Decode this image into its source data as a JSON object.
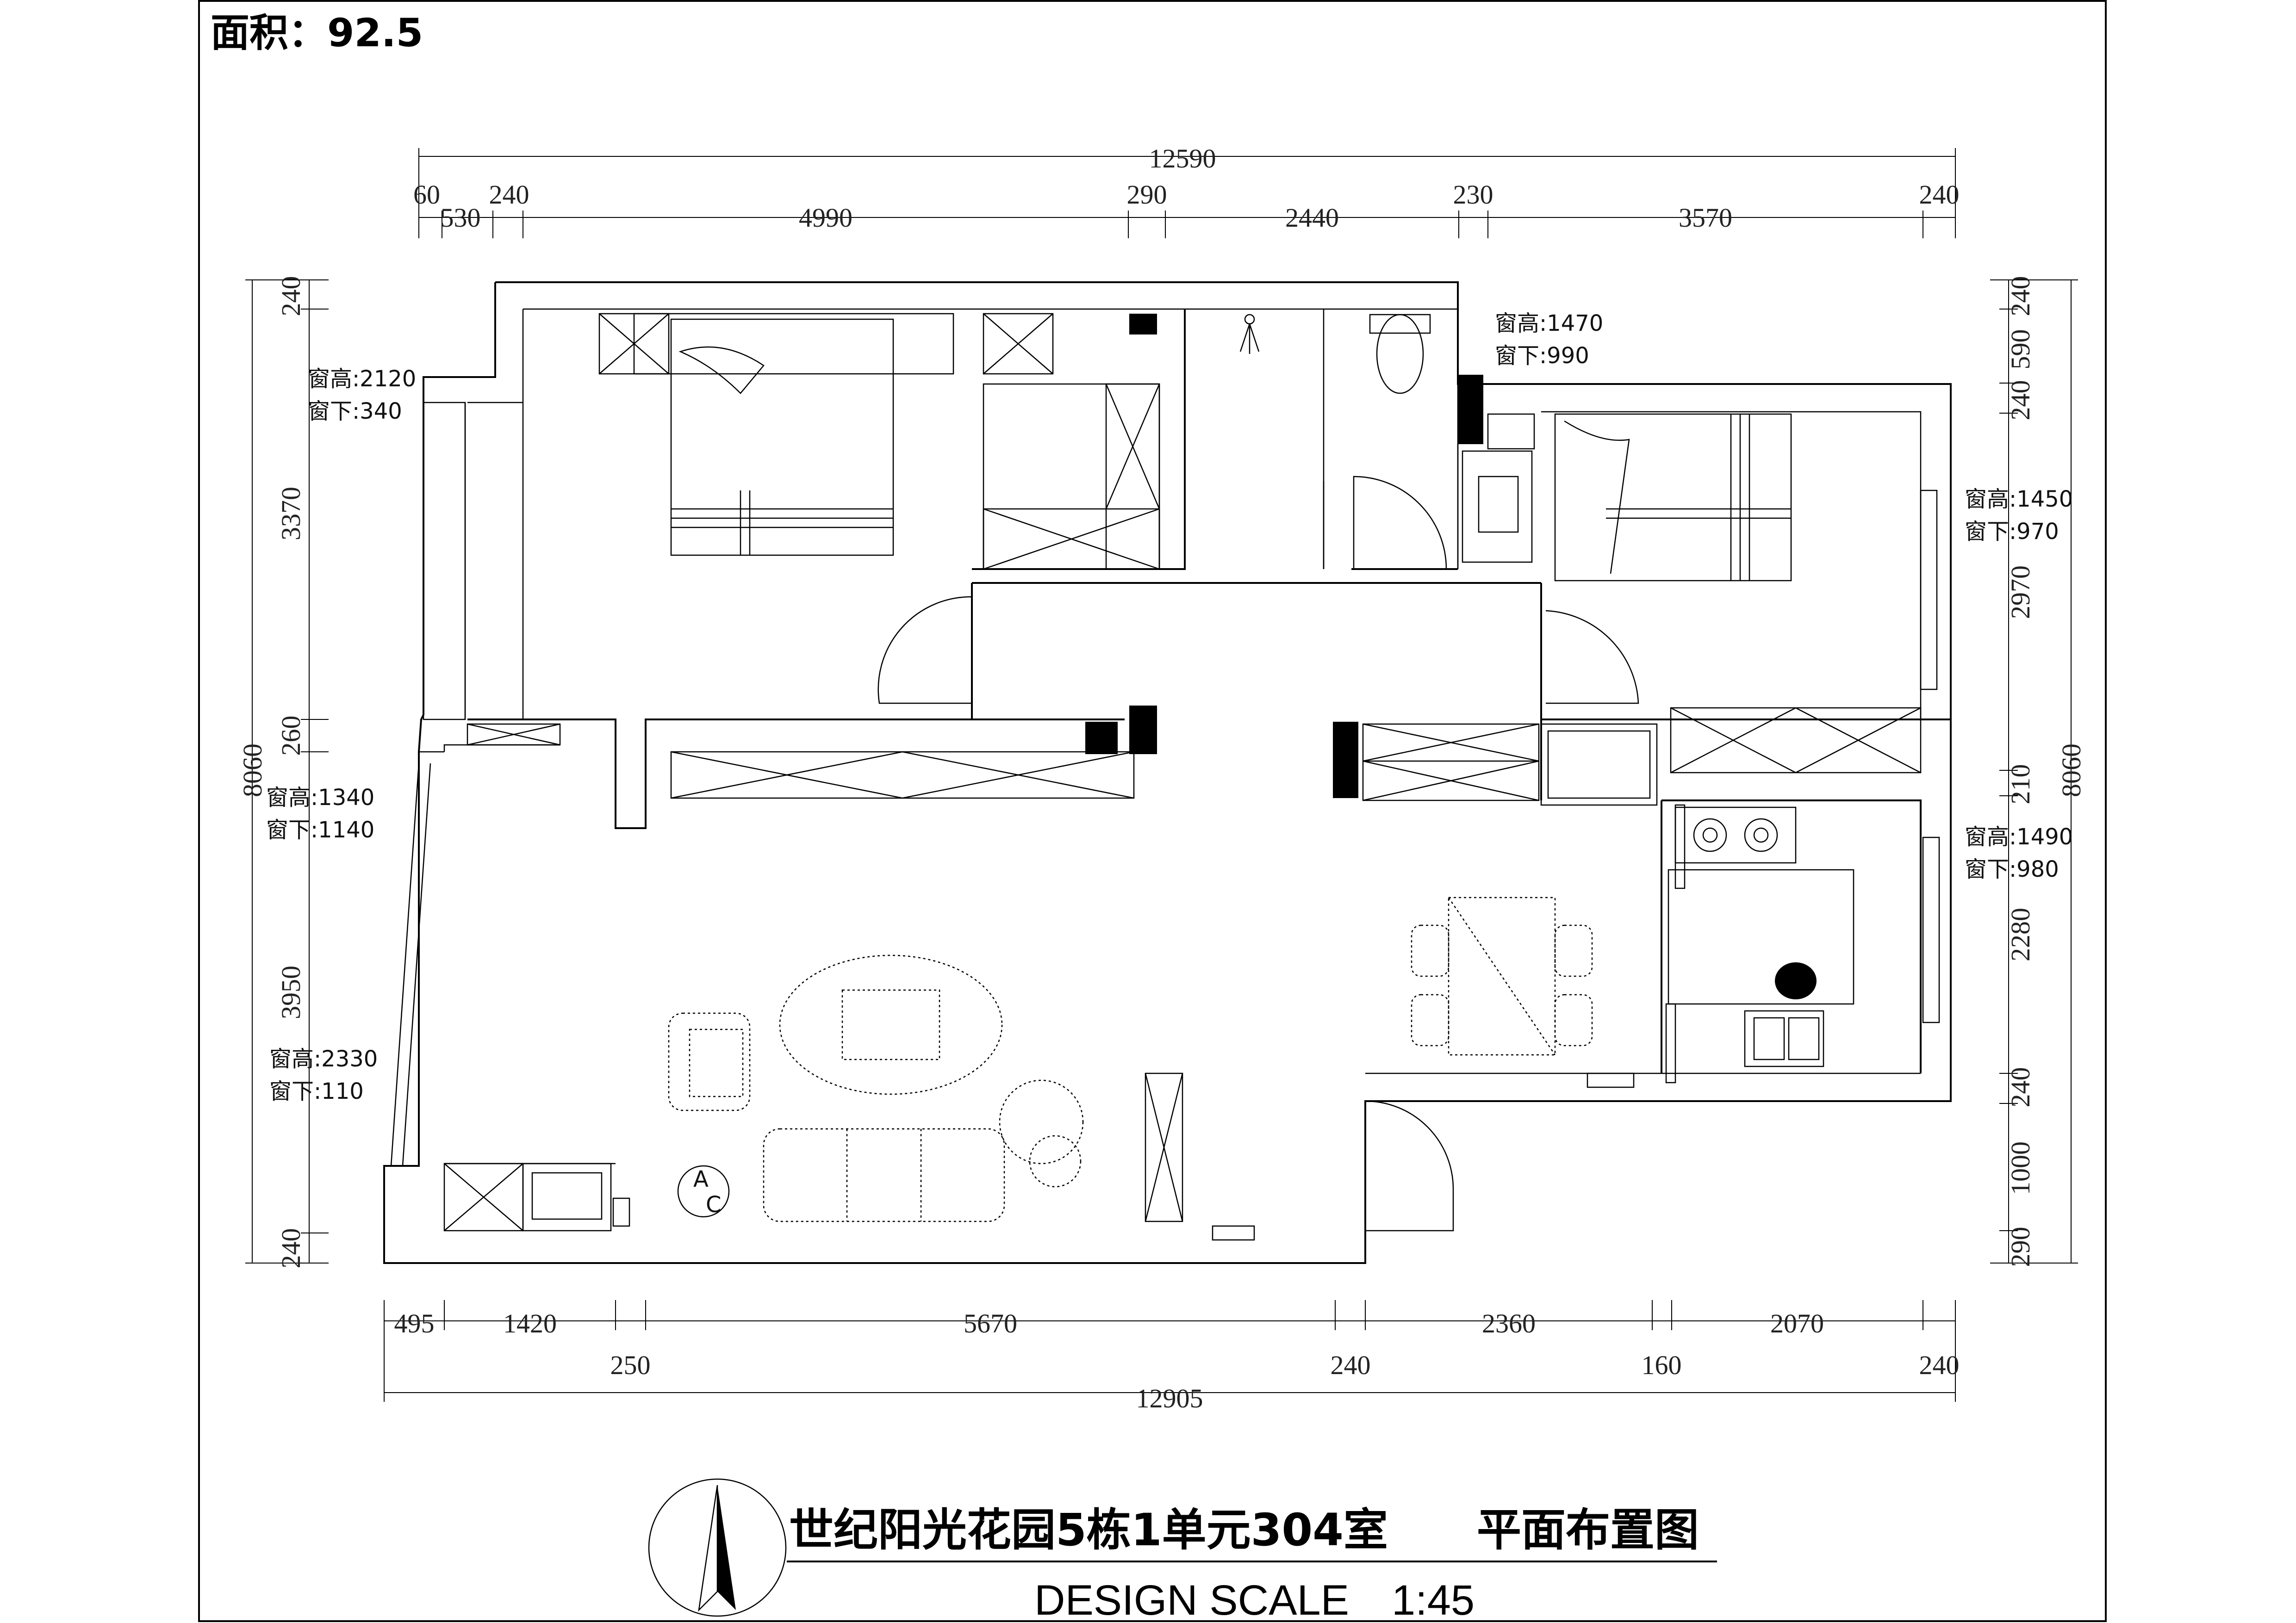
{
  "area_label": "面积：92.5",
  "dims": {
    "top_total": "12590",
    "top_row1": [
      "60",
      "240",
      "290",
      "230",
      "240"
    ],
    "top_row2": [
      "530",
      "4990",
      "2440",
      "3570"
    ],
    "left_total": "8060",
    "left": [
      "240",
      "3370",
      "260",
      "3950",
      "240"
    ],
    "right_total": "8060",
    "right": [
      "240",
      "590",
      "240",
      "2970",
      "210",
      "2280",
      "240",
      "1000",
      "290"
    ],
    "bottom_row1": [
      "495",
      "1420",
      "5670",
      "2360",
      "2070"
    ],
    "bottom_row2": [
      "250",
      "240",
      "160",
      "240"
    ],
    "bottom_total": "12905"
  },
  "windows": [
    {
      "h": "窗高:2120",
      "b": "窗下:340"
    },
    {
      "h": "窗高:1340",
      "b": "窗下:1140"
    },
    {
      "h": "窗高:2330",
      "b": "窗下:110"
    },
    {
      "h": "窗高:1470",
      "b": "窗下:990"
    },
    {
      "h": "窗高:1450",
      "b": "窗下:970"
    },
    {
      "h": "窗高:1490",
      "b": "窗下:980"
    }
  ],
  "ac_label": {
    "a": "A",
    "c": "C"
  },
  "title": "世纪阳光花园5栋1单元304室　　平面布置图",
  "scale": "DESIGN  SCALE　1:45",
  "icons": {
    "north": "north-arrow-icon"
  }
}
